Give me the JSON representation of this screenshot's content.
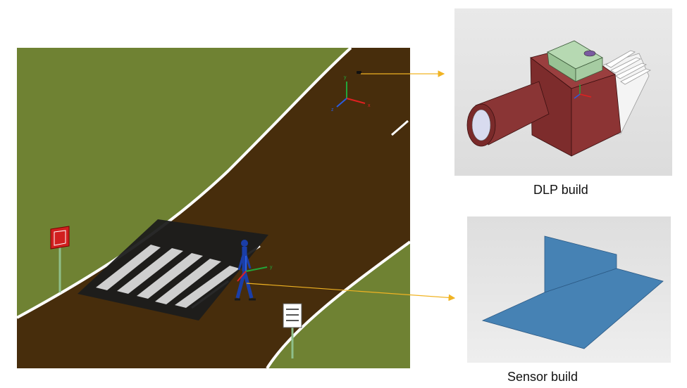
{
  "captions": {
    "dlp": "DLP build",
    "sensor": "Sensor build"
  },
  "axis_labels": {
    "x": "x",
    "y": "y",
    "z": "z"
  },
  "colors": {
    "grass": "#6f8233",
    "road": "#472d0c",
    "road_edge": "#ffffff",
    "crosswalk_shadow": "#1c1c1c",
    "crosswalk_stripe": "#cfcfcf",
    "sign_red": "#d11f1f",
    "sign_post": "#8fbf8a",
    "pedestrian": "#1a3ea8",
    "connector": "#f0b323",
    "dlp_body": "#8a3535",
    "dlp_lens": "#d8dbef",
    "dlp_chip": "#a9cfa5",
    "dlp_heatsink": "#f2f2f2",
    "panel_bg": "#e6e6e6",
    "sensor_plate": "#4682b4"
  },
  "icons": [
    "coordinate-axes-icon",
    "pedestrian-figure",
    "warning-sign-icon",
    "info-sign-icon"
  ]
}
